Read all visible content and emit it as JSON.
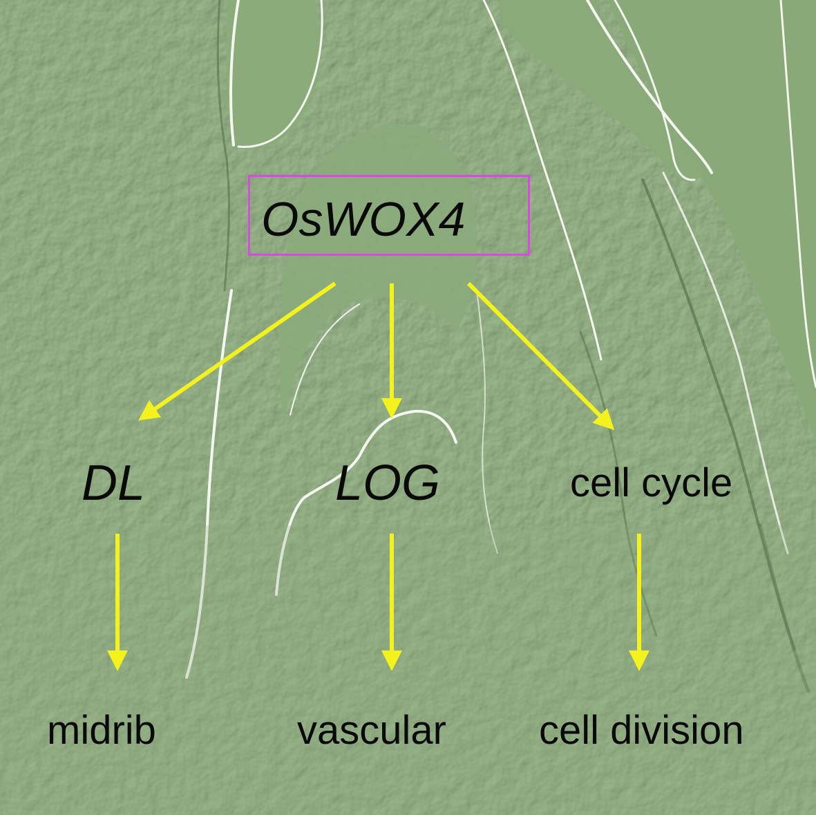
{
  "colors": {
    "background": "#8aa97a",
    "arrow": "#f4f21c",
    "hub_border": "#d94be0",
    "text": "#0a0a0a"
  },
  "hub": {
    "label": "OsWOX4"
  },
  "targets": [
    {
      "id": "dl",
      "label": "DL",
      "italic": true,
      "outcome": "midrib"
    },
    {
      "id": "log",
      "label": "LOG",
      "italic": true,
      "outcome": "vascular"
    },
    {
      "id": "cell-cycle",
      "label": "cell cycle",
      "italic": false,
      "outcome": "cell division"
    }
  ]
}
